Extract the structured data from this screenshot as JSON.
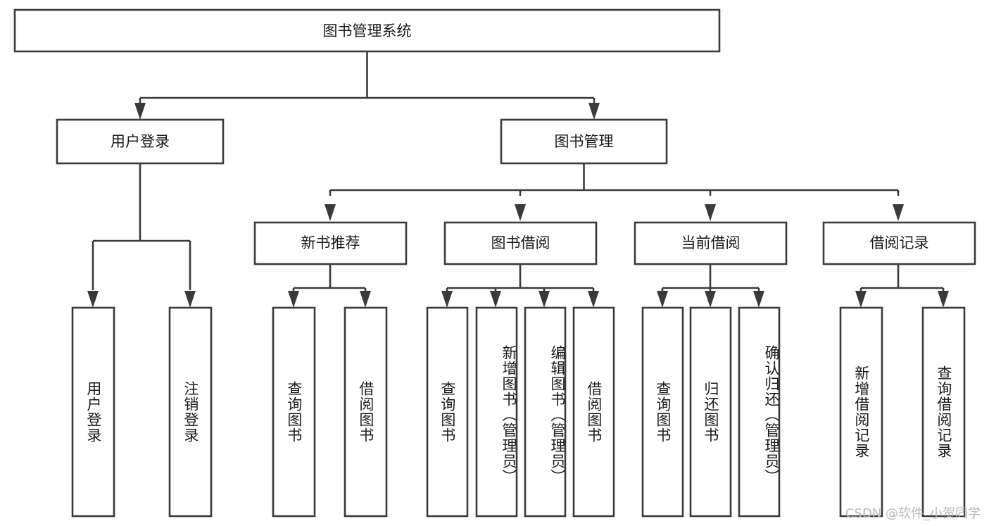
{
  "diagram": {
    "title": "图书管理系统",
    "watermark": "CSDN @软件_小贺同学",
    "type": "tree-hierarchy-diagram",
    "colors": {
      "box_stroke": "#3a3a3a",
      "box_fill": "#ffffff",
      "text": "#1a1a1a",
      "background": "#ffffff",
      "watermark": "#b9b9b9"
    },
    "root": {
      "label": "图书管理系统"
    },
    "level2": [
      {
        "label": "用户登录"
      },
      {
        "label": "图书管理"
      }
    ],
    "level3": [
      {
        "label": "新书推荐"
      },
      {
        "label": "图书借阅"
      },
      {
        "label": "当前借阅"
      },
      {
        "label": "借阅记录"
      }
    ],
    "leaves": {
      "user_login": [
        {
          "label": "用户登录"
        },
        {
          "label": "注销登录"
        }
      ],
      "new_book_recommend": [
        {
          "label": "查询图书"
        },
        {
          "label": "借阅图书"
        }
      ],
      "book_borrow": [
        {
          "label": "查询图书"
        },
        {
          "label": "新增图书（管理员）"
        },
        {
          "label": "编辑图书（管理员）"
        },
        {
          "label": "借阅图书"
        }
      ],
      "current_borrow": [
        {
          "label": "查询图书"
        },
        {
          "label": "归还图书"
        },
        {
          "label": "确认归还（管理员）"
        }
      ],
      "borrow_record": [
        {
          "label": "新增借阅记录"
        },
        {
          "label": "查询借阅记录"
        }
      ]
    }
  }
}
